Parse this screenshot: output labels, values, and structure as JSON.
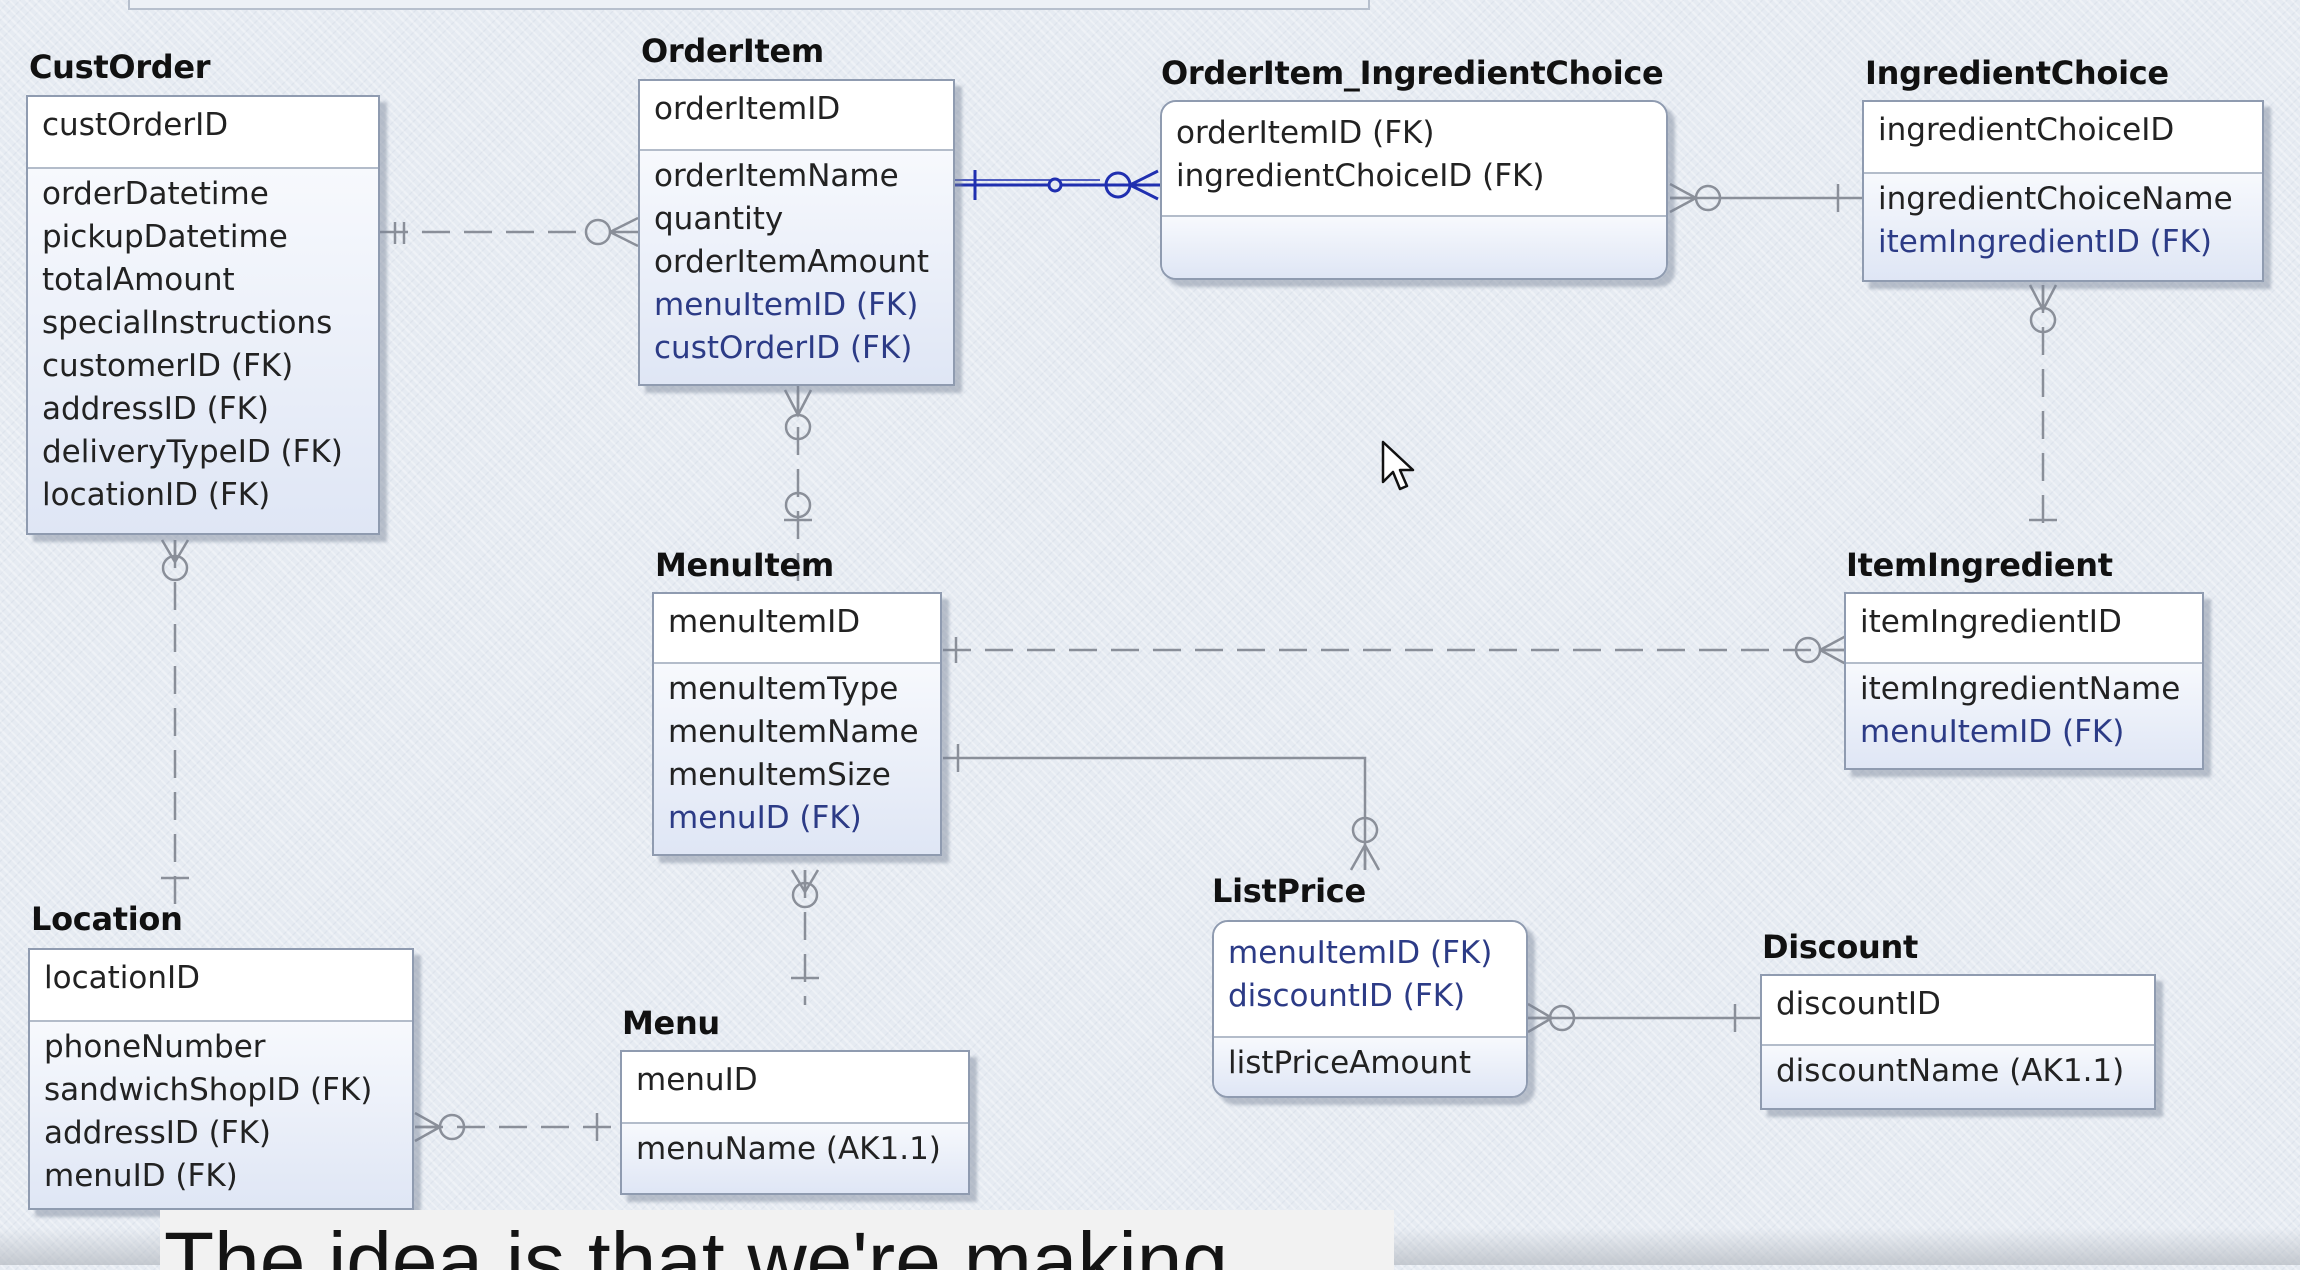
{
  "entities": {
    "custorder": {
      "name": "CustOrder",
      "pk": [
        "custOrderID"
      ],
      "attrs": [
        "orderDatetime",
        "pickupDatetime",
        "totalAmount",
        "specialInstructions",
        "customerID (FK)",
        "addressID (FK)",
        "deliveryTypeID (FK)",
        "locationID (FK)"
      ]
    },
    "orderitem": {
      "name": "OrderItem",
      "pk": [
        "orderItemID"
      ],
      "attrs": [
        "orderItemName",
        "quantity",
        "orderItemAmount",
        "menuItemID (FK)",
        "custOrderID (FK)"
      ]
    },
    "orderitem_ingredientchoice": {
      "name": "OrderItem_IngredientChoice",
      "pk": [
        "orderItemID (FK)",
        "ingredientChoiceID (FK)"
      ],
      "attrs": []
    },
    "ingredientchoice": {
      "name": "IngredientChoice",
      "pk": [
        "ingredientChoiceID"
      ],
      "attrs": [
        "ingredientChoiceName",
        "itemIngredientID (FK)"
      ]
    },
    "menuitem": {
      "name": "MenuItem",
      "pk": [
        "menuItemID"
      ],
      "attrs": [
        "menuItemType",
        "menuItemName",
        "menuItemSize",
        "menuID (FK)"
      ]
    },
    "itemingredient": {
      "name": "ItemIngredient",
      "pk": [
        "itemIngredientID"
      ],
      "attrs": [
        "itemIngredientName",
        "menuItemID (FK)"
      ]
    },
    "location": {
      "name": "Location",
      "pk": [
        "locationID"
      ],
      "attrs": [
        "phoneNumber",
        "sandwichShopID (FK)",
        "addressID (FK)",
        "menuID (FK)"
      ]
    },
    "menu": {
      "name": "Menu",
      "pk": [
        "menuID"
      ],
      "attrs": [
        "menuName (AK1.1)"
      ]
    },
    "listprice": {
      "name": "ListPrice",
      "pk": [
        "menuItemID (FK)",
        "discountID (FK)"
      ],
      "attrs": [
        "listPriceAmount"
      ]
    },
    "discount": {
      "name": "Discount",
      "pk": [
        "discountID"
      ],
      "attrs": [
        "discountName (AK1.1)"
      ]
    }
  },
  "caption": {
    "text": "The idea is that we're making"
  },
  "icons": {
    "pointer": "mouse-pointer-icon"
  },
  "colors": {
    "line": "#8a8f99",
    "selected_line": "#1f2fb0",
    "fk_text": "#2c3b86"
  }
}
